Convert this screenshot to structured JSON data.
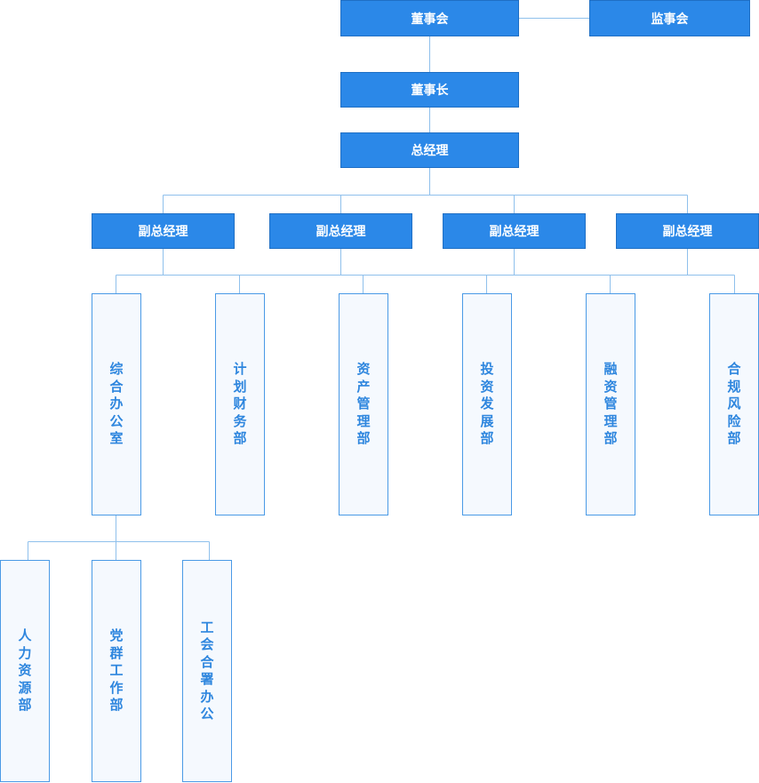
{
  "chart": {
    "board": "董事会",
    "supervisory_board": "监事会",
    "chairman": "董事长",
    "general_manager": "总经理",
    "deputy_managers": [
      "副总经理",
      "副总经理",
      "副总经理",
      "副总经理"
    ],
    "departments": [
      "综合办公室",
      "计划财务部",
      "资产管理部",
      "投资发展部",
      "融资管理部",
      "合规风险部"
    ],
    "sub_departments": [
      "人力资源部",
      "党群工作部",
      "工会合署办公"
    ]
  },
  "colors": {
    "header_fill": "#2b88e8",
    "header_text": "#ffffff",
    "dept_fill": "#f5f9fe",
    "dept_border": "#4a9ae6",
    "dept_text": "#2e86de",
    "connector": "#8fc0ec"
  }
}
